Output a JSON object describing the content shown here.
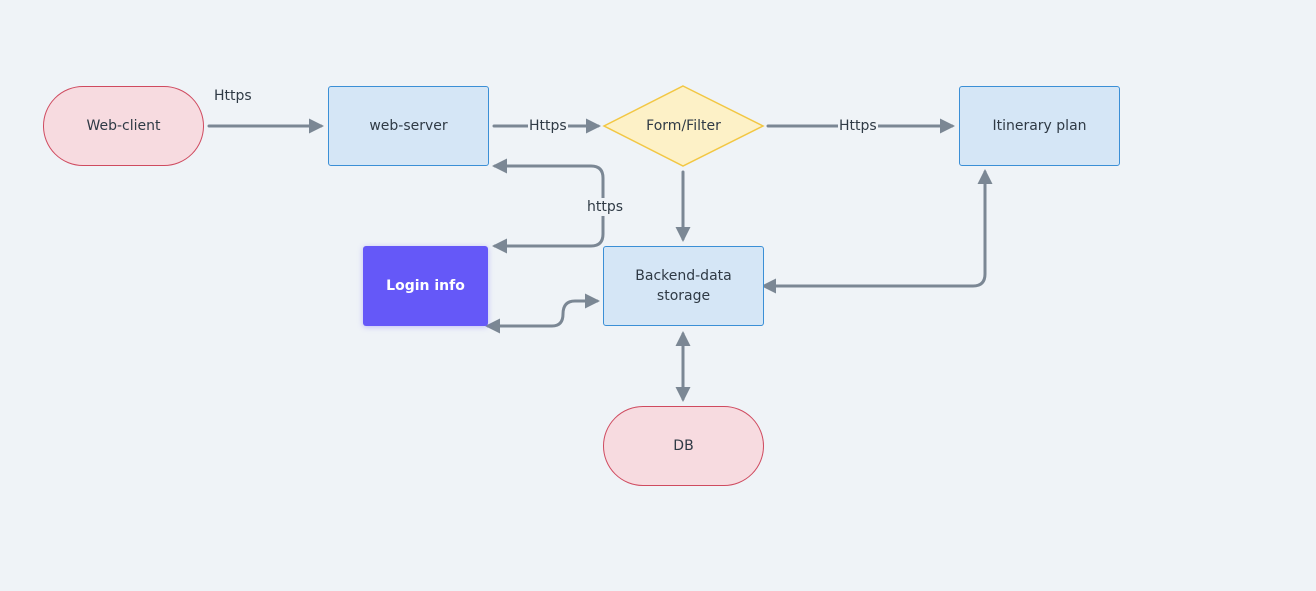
{
  "nodes": {
    "web_client": "Web-client",
    "web_server": "web-server",
    "form_filter": "Form/Filter",
    "itinerary_plan": "Itinerary plan",
    "login_info": "Login info",
    "backend_line1": "Backend-data",
    "backend_line2": "storage",
    "db": "DB"
  },
  "edges": {
    "client_to_server": "Https",
    "server_to_filter": "Https",
    "filter_to_itinerary": "Https",
    "backend_to_server": "https"
  },
  "colors": {
    "background": "#eff3f7",
    "terminal_fill": "#f7dbe0",
    "terminal_stroke": "#cf4a5f",
    "process_fill": "#d5e6f6",
    "process_stroke": "#3b8fd6",
    "decision_fill": "#fdf1c7",
    "decision_stroke": "#f2c744",
    "highlight_fill": "#6558f8",
    "edge": "#7b8794"
  }
}
